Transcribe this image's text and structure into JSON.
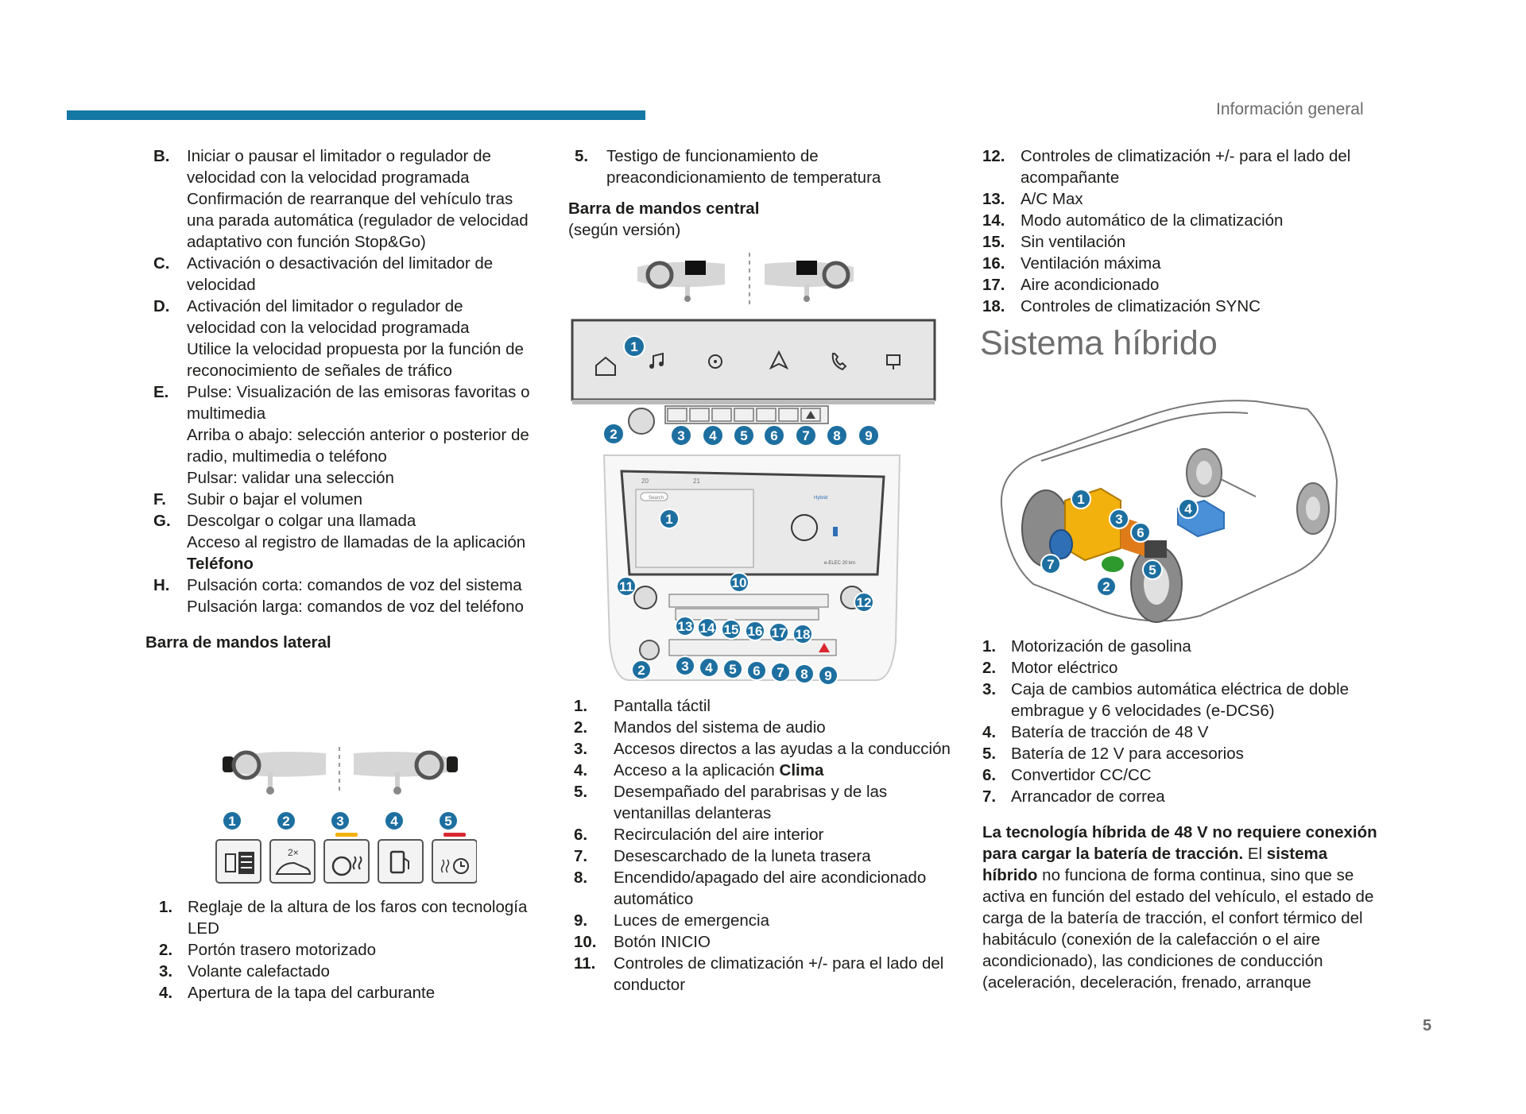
{
  "header": {
    "section": "Información general",
    "page_number": "5"
  },
  "col1": {
    "lettered_items": [
      {
        "key": "B.",
        "lines": [
          "Iniciar o pausar el limitador o regulador de velocidad con la velocidad programada",
          "Confirmación de rearranque del vehículo tras una parada automática (regulador de velocidad adaptativo con función Stop&Go)"
        ]
      },
      {
        "key": "C.",
        "lines": [
          "Activación o desactivación del limitador de velocidad"
        ]
      },
      {
        "key": "D.",
        "lines": [
          "Activación del limitador o regulador de velocidad con la velocidad programada",
          "Utilice la velocidad propuesta por la función de reconocimiento de señales de tráfico"
        ]
      },
      {
        "key": "E.",
        "lines": [
          "Pulse: Visualización de las emisoras favoritas o multimedia",
          "Arriba o abajo: selección anterior o posterior de radio, multimedia o teléfono",
          "Pulsar: validar una selección"
        ]
      },
      {
        "key": "F.",
        "lines": [
          "Subir o bajar el volumen"
        ]
      },
      {
        "key": "G.",
        "lines": [
          "Descolgar o colgar una llamada"
        ],
        "extra_pre": "Acceso al registro de llamadas de la aplicación",
        "extra_bold": "Teléfono"
      },
      {
        "key": "H.",
        "lines": [
          "Pulsación corta: comandos de voz del sistema",
          "Pulsación larga: comandos de voz del teléfono"
        ]
      }
    ],
    "lateral_heading": "Barra de mandos lateral",
    "lateral_badges": [
      "1",
      "2",
      "3",
      "4",
      "5"
    ],
    "lateral_button2_text": "2×",
    "lateral_items": [
      {
        "n": "1.",
        "text": "Reglaje de la altura de los faros con tecnología LED"
      },
      {
        "n": "2.",
        "text": "Portón trasero motorizado"
      },
      {
        "n": "3.",
        "text": "Volante calefactado"
      },
      {
        "n": "4.",
        "text": "Apertura de la tapa del carburante"
      }
    ]
  },
  "col2": {
    "top_item": {
      "n": "5.",
      "text": "Testigo de funcionamiento de preacondicionamiento de temperatura"
    },
    "central_heading": "Barra de mandos central",
    "central_subheading": "(según versión)",
    "screen_texts": {
      "temp_left": "20",
      "temp_right": "21",
      "search": "Search",
      "app": "Hybrid",
      "range": "e-ELEC 20 km"
    },
    "items": [
      {
        "n": "1.",
        "text": "Pantalla táctil"
      },
      {
        "n": "2.",
        "text": "Mandos del sistema de audio"
      },
      {
        "n": "3.",
        "text": "Accesos directos a las ayudas a la conducción"
      },
      {
        "n": "4.",
        "text": "Acceso a la aplicación",
        "bold": "Clima"
      },
      {
        "n": "5.",
        "text": "Desempañado del parabrisas y de las ventanillas delanteras"
      },
      {
        "n": "6.",
        "text": "Recirculación del aire interior"
      },
      {
        "n": "7.",
        "text": "Desescarchado de la luneta trasera"
      },
      {
        "n": "8.",
        "text": "Encendido/apagado del aire acondicionado automático"
      },
      {
        "n": "9.",
        "text": "Luces de emergencia"
      },
      {
        "n": "10.",
        "text": "Botón INICIO"
      },
      {
        "n": "11.",
        "text": "Controles de climatización +/- para el lado del conductor"
      }
    ]
  },
  "col3": {
    "items": [
      {
        "n": "12.",
        "text": "Controles de climatización +/- para el lado del acompañante"
      },
      {
        "n": "13.",
        "text": "A/C Max"
      },
      {
        "n": "14.",
        "text": "Modo automático de la climatización"
      },
      {
        "n": "15.",
        "text": "Sin ventilación"
      },
      {
        "n": "16.",
        "text": "Ventilación máxima"
      },
      {
        "n": "17.",
        "text": "Aire acondicionado"
      },
      {
        "n": "18.",
        "text": "Controles de climatización SYNC"
      }
    ],
    "hybrid_heading": "Sistema híbrido",
    "hybrid_items": [
      {
        "n": "1.",
        "text": "Motorización de gasolina"
      },
      {
        "n": "2.",
        "text": "Motor eléctrico"
      },
      {
        "n": "3.",
        "text": "Caja de cambios automática eléctrica de doble embrague y 6 velocidades (e-DCS6)"
      },
      {
        "n": "4.",
        "text": "Batería de tracción de 48 V"
      },
      {
        "n": "5.",
        "text": "Batería de 12 V para accesorios"
      },
      {
        "n": "6.",
        "text": "Convertidor CC/CC"
      },
      {
        "n": "7.",
        "text": "Arrancador de correa"
      }
    ],
    "note_bold": "La tecnología híbrida de 48 V no requiere conexión para cargar la batería de tracción.",
    "note_pre": "El",
    "note_bold_inline": "sistema híbrido",
    "note_rest": "no funciona de forma continua, sino que se activa en función del estado del vehículo, el estado de carga de la batería de tracción, el confort térmico del habitáculo (conexión de la calefacción o el aire acondicionado), las condiciones de conducción (aceleración, deceleración, frenado, arranque"
  },
  "colors": {
    "accent_bar": "#1577a4",
    "badge": "#1d6fa0",
    "engine": "#f2b10d",
    "battery": "#4a90d9",
    "motor": "#2f6fb5",
    "converter": "#2e9a2e"
  },
  "icons": [
    "home-icon",
    "music-icon",
    "fan-icon",
    "navigation-icon",
    "phone-icon",
    "mirror-icon",
    "headlamp-icon",
    "tailgate-icon",
    "heated-wheel-icon",
    "fuel-door-icon",
    "preconditioning-icon",
    "hazard-icon"
  ]
}
